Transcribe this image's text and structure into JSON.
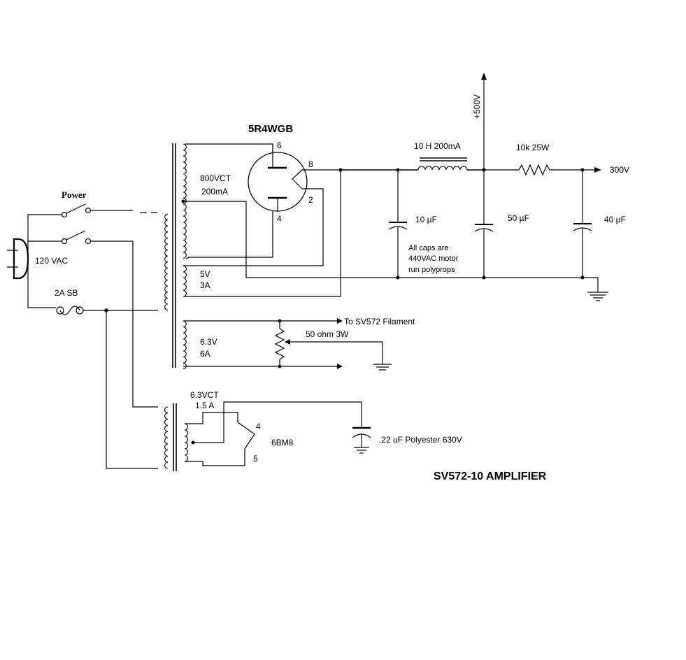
{
  "title": "SV572-10 AMPLIFIER",
  "mains": {
    "voltage": "120 VAC",
    "switch": "Power",
    "fuse": "2A SB"
  },
  "rectifier_tube": {
    "name": "5R4WGB",
    "pins": [
      "6",
      "8",
      "2",
      "4"
    ]
  },
  "power_transformer": {
    "hv_winding": {
      "voltage": "800VCT",
      "current": "200mA"
    },
    "rect_filament": {
      "voltage": "5V",
      "current": "3A"
    },
    "filament_winding": {
      "voltage": "6.3V",
      "current": "6A"
    }
  },
  "filament_transformer": {
    "voltage": "6.3VCT",
    "current": "1.5 A",
    "tube": "6BM8",
    "pins": [
      "4",
      "5"
    ],
    "capacitor": ".22 uF Polyester  630V"
  },
  "filament_rheostat": "50 ohm 3W",
  "filament_output": "To SV572 Filament",
  "choke": "10 H 200mA",
  "resistor": "10k 25W",
  "caps": {
    "c1": "10 µF",
    "c2": "50 µF",
    "c3": "40 µF"
  },
  "cap_note": [
    "All caps are",
    "440VAC motor",
    "run polyprops"
  ],
  "outputs": {
    "b_plus": "+500V",
    "out": "300V"
  }
}
